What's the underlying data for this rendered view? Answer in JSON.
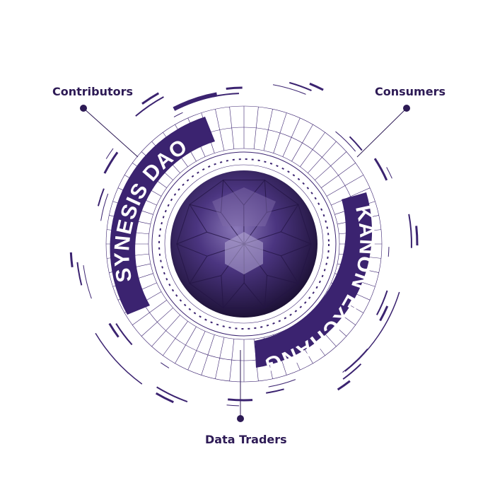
{
  "labels": {
    "contributors": "Contributors",
    "consumers": "Consumers",
    "data_traders": "Data Traders"
  },
  "bands": {
    "left": "SYNESIS DAO",
    "right": "KANON EXCHANGE"
  },
  "colors": {
    "primary": "#3b2370",
    "dark": "#2d1a55",
    "accent": "#5c3a9e"
  }
}
